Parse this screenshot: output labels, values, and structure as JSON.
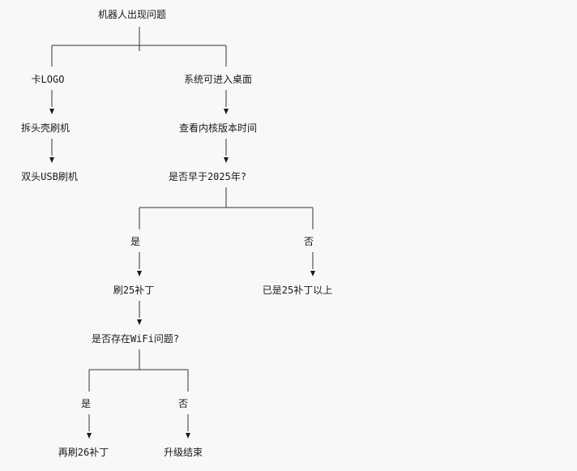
{
  "diagram": {
    "root": "机器人出现问题",
    "left_branch": {
      "node1": "卡LOGO",
      "node2": "拆头壳刷机",
      "node3": "双头USB刷机"
    },
    "right_branch": {
      "node1": "系统可进入桌面",
      "node2": "查看内核版本时间",
      "question": "是否早于2025年?"
    },
    "kernel_decision": {
      "yes_label": "是",
      "no_label": "否",
      "yes_action": "刷25补丁",
      "no_result": "已是25补丁以上"
    },
    "wifi_question": "是否存在WiFi问题?",
    "wifi_decision": {
      "yes_label": "是",
      "no_label": "否",
      "yes_action": "再刷26补丁",
      "no_result": "升级结束"
    }
  },
  "colors": {
    "background": "#f8f8f8",
    "line": "#333333",
    "text": "#1a1a1a"
  }
}
